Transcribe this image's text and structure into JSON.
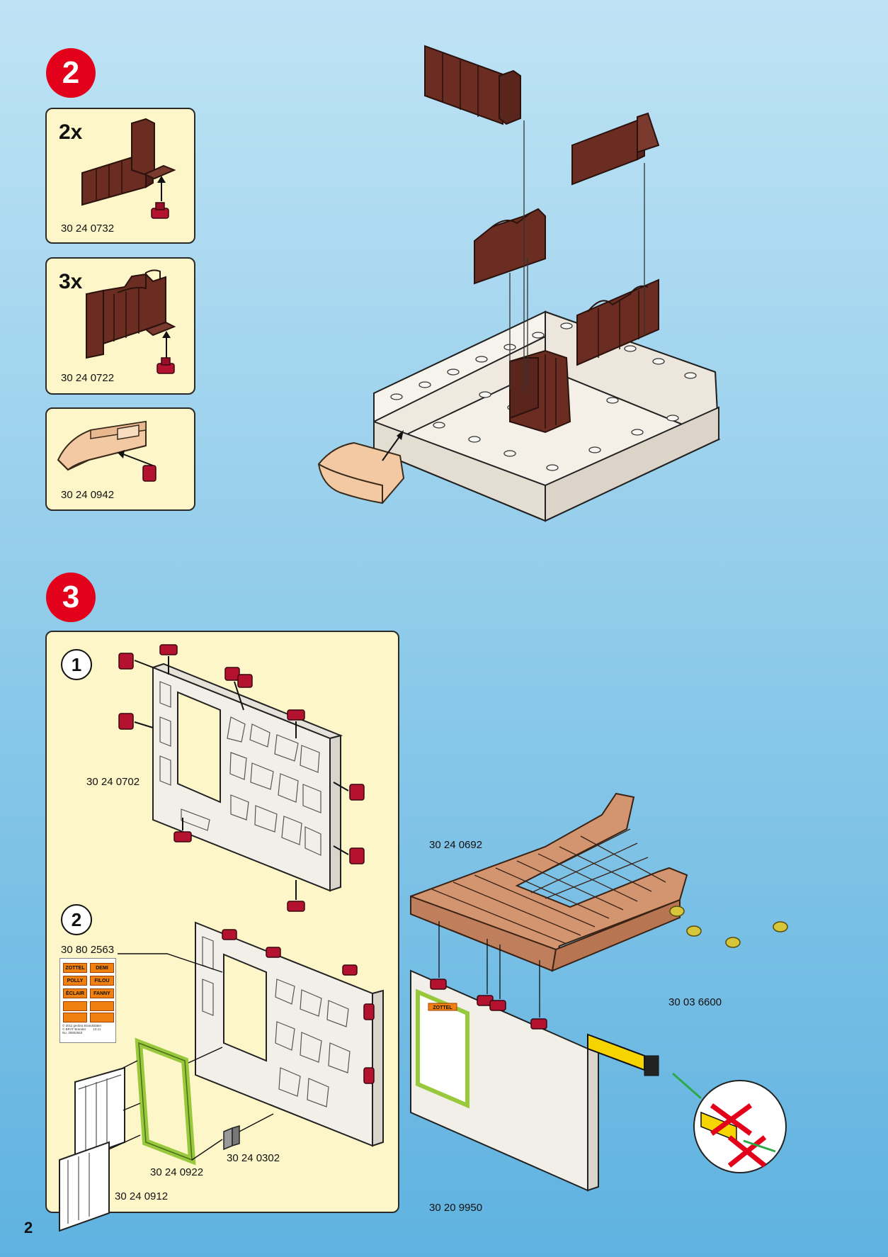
{
  "steps": {
    "step2_number": "2",
    "step3_number": "3"
  },
  "parts_step2": [
    {
      "quantity": "2x",
      "part_number": "30 24 0732"
    },
    {
      "quantity": "3x",
      "part_number": "30 24 0722"
    },
    {
      "quantity": "",
      "part_number": "30 24 0942"
    }
  ],
  "step3_panel": {
    "sub1_number": "1",
    "sub2_number": "2",
    "wall_part": "30 24 0702",
    "sticker_sheet_part": "30 80 2563",
    "frame_part": "30 24 0922",
    "door_part": "30 24 0912",
    "hook_part": "30 24 0302"
  },
  "sticker_sheet": {
    "labels": [
      "ZOTTEL",
      "DEMI",
      "POLLY",
      "FILOU",
      "ÉCLAIR",
      "FANNY"
    ],
    "fine_print": "© 2011 geobra Brandstätter\n© BRAT Brander        13.11\nNo. 30802563"
  },
  "step3_right": {
    "floor_part": "30 24 0692",
    "connector_part": "30 03 6600",
    "hook_small_part": "30 20 9950",
    "door_sticker": "ZOTTEL"
  },
  "page_number": "2",
  "colors": {
    "badge_red": "#e3001b",
    "panel_bg": "#fdf6c8",
    "fence_brown": "#6b2d22",
    "floor_white": "#efe9e0",
    "floor_wood": "#d2956f",
    "connector_red": "#b5122f",
    "frame_green": "#98c93c",
    "tool_yellow": "#f5d400"
  }
}
